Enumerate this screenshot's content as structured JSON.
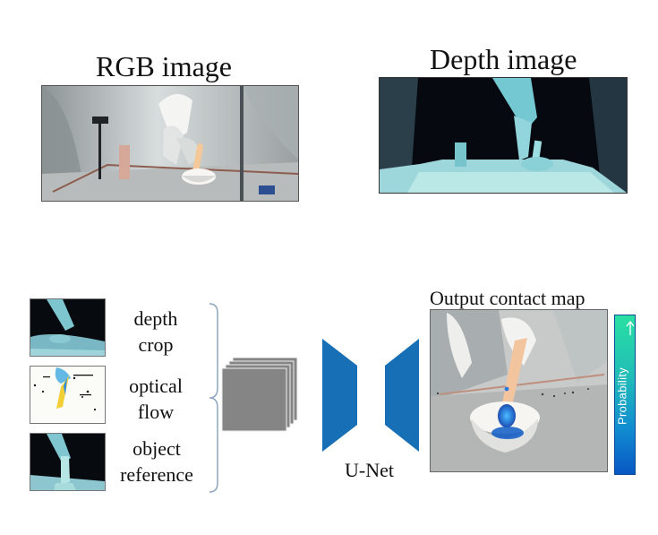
{
  "rgb": {
    "title": "RGB image"
  },
  "depth": {
    "title": "Depth image"
  },
  "inputs": [
    {
      "label_1": "depth",
      "label_2": "crop"
    },
    {
      "label_1": "optical",
      "label_2": "flow"
    },
    {
      "label_1": "object",
      "label_2": "reference"
    }
  ],
  "network": {
    "label": "U-Net",
    "color": "#176fb6"
  },
  "output": {
    "title": "Output contact map"
  },
  "colorbar": {
    "label": "Probability",
    "top_color": "#29e0a2",
    "bottom_color": "#0857c3"
  }
}
